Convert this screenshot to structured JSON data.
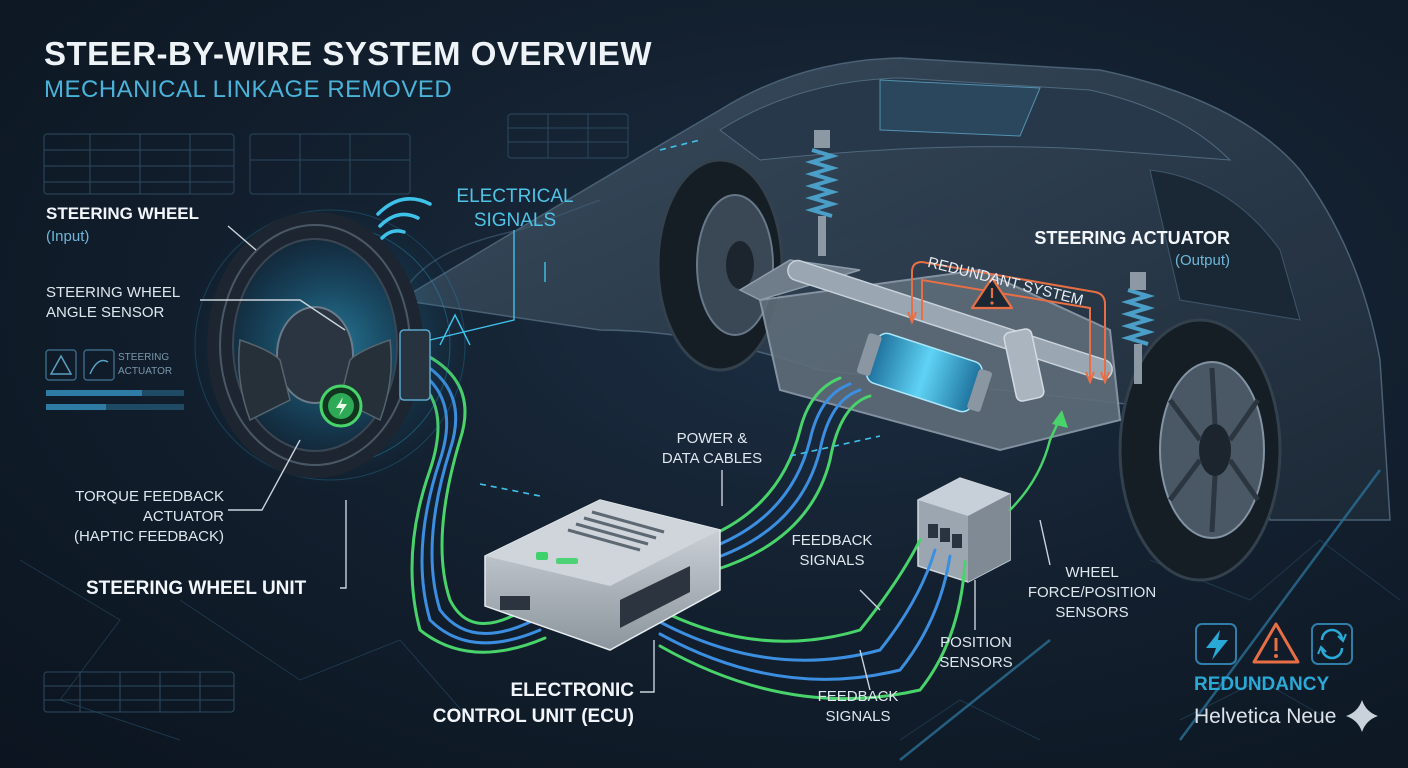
{
  "header": {
    "title": "STEER-BY-WIRE SYSTEM OVERVIEW",
    "subtitle": "MECHANICAL LINKAGE REMOVED"
  },
  "labels": {
    "steering_wheel": "STEERING WHEEL",
    "steering_wheel_sub": "(Input)",
    "angle_sensor_1": "STEERING WHEEL",
    "angle_sensor_2": "ANGLE SENSOR",
    "electrical_1": "ELECTRICAL",
    "electrical_2": "SIGNALS",
    "torque_1": "TORQUE FEEDBACK",
    "torque_2": "ACTUATOR",
    "torque_3": "(HAPTIC FEEDBACK)",
    "wheel_unit": "STEERING WHEEL UNIT",
    "ecu_1": "ELECTRONIC",
    "ecu_2": "CONTROL UNIT (ECU)",
    "power_1": "POWER &",
    "power_2": "DATA CABLES",
    "feedback_a_1": "FEEDBACK",
    "feedback_a_2": "SIGNALS",
    "feedback_b_1": "FEEDBACK",
    "feedback_b_2": "SIGNALS",
    "position_1": "POSITION",
    "position_2": "SENSORS",
    "wheel_force_1": "WHEEL",
    "wheel_force_2": "FORCE/POSITION",
    "wheel_force_3": "SENSORS",
    "actuator": "STEERING ACTUATOR",
    "actuator_sub": "(Output)",
    "redundant_system": "REDUNDANT SYSTEM",
    "hud_steering_1": "STEERING",
    "hud_steering_2": "ACTUATOR",
    "redundancy": "REDUNDANCY",
    "font_note": "Helvetica Neue"
  },
  "icons": {
    "bolt": "bolt-icon",
    "warning": "warning-icon",
    "cycle": "cycle-icon",
    "wifi": "signal-waves-icon",
    "sparkle": "sparkle-icon"
  },
  "colors": {
    "accent_cyan": "#3fc2ea",
    "signal_green": "#49d36b",
    "cable_blue": "#3c8fe0",
    "redundant_orange": "#e86f45"
  }
}
